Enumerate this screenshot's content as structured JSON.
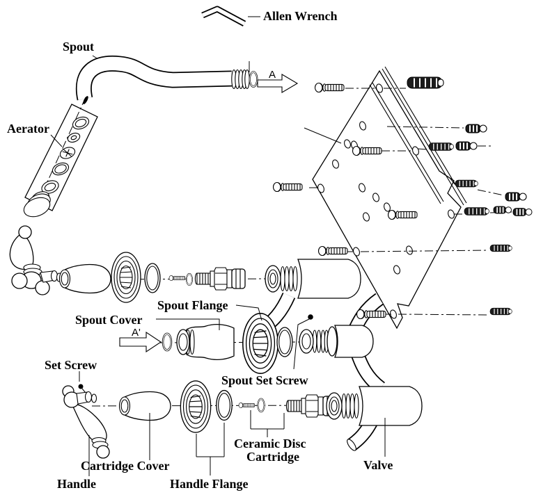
{
  "diagram": {
    "kind": "exploded-parts-diagram",
    "subject": "wall-mount two-handle faucet assembly",
    "labels": {
      "allen_wrench": "Allen Wrench",
      "spout": "Spout",
      "aerator": "Aerator",
      "section_a": "A",
      "section_a_prime": "A'",
      "spout_flange": "Spout Flange",
      "spout_cover": "Spout Cover",
      "set_screw": "Set Screw",
      "spout_set_screw": "Spout Set Screw",
      "cartridge_cover": "Cartridge Cover",
      "handle": "Handle",
      "handle_flange": "Handle Flange",
      "ceramic_disc_cartridge_line1": "Ceramic Disc",
      "ceramic_disc_cartridge_line2": "Cartridge",
      "valve": "Valve"
    },
    "colors": {
      "line": "#000000",
      "background": "#ffffff",
      "anchor_body": "#1c1c1c"
    }
  }
}
